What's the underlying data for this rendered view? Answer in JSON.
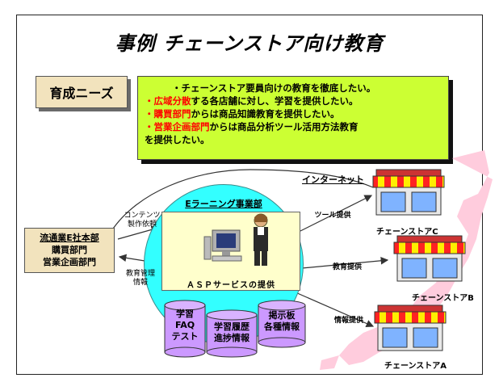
{
  "title": "事例 チェーンストア向け教育",
  "needs": {
    "label": "育成ニーズ",
    "lines": [
      {
        "parts": [
          {
            "t": "・チェーンストア要員向けの教育を徹底したい。",
            "red": false
          }
        ]
      },
      {
        "parts": [
          {
            "t": "・広域分散",
            "red": true
          },
          {
            "t": "する各店舗に対し、学習を提供したい。",
            "red": false
          }
        ]
      },
      {
        "parts": [
          {
            "t": "・購買部門",
            "red": true
          },
          {
            "t": "からは商品知識教育を提供したい。",
            "red": false
          }
        ]
      },
      {
        "parts": [
          {
            "t": "・営業企画部門",
            "red": true
          },
          {
            "t": "からは商品分析ツール活用方法教育",
            "red": false
          }
        ]
      },
      {
        "parts": [
          {
            "t": "を提供したい。",
            "red": false
          }
        ]
      }
    ]
  },
  "hq": {
    "line1": "流通業E社本部",
    "line2": "購買部門",
    "line3": "営業企画部門"
  },
  "labels": {
    "content_request": "コンテンツ\n製作依頼",
    "edu_mgmt": "教育管理\n情報",
    "internet": "インターネット",
    "e_team": "Eラーニング事業部",
    "asp": "ＡＳＰサービスの提供",
    "tool": "ツール提供",
    "education": "教育提供",
    "info": "情報提供"
  },
  "databases": [
    {
      "text": "学習\nFAQ\nテスト"
    },
    {
      "text": "学習履歴\n進捗情報"
    },
    {
      "text": "掲示板\n各種情報"
    }
  ],
  "stores": [
    {
      "name": "チェーンストアC"
    },
    {
      "name": "チェーンストアB"
    },
    {
      "name": "チェーンストアA"
    }
  ],
  "colors": {
    "needs_bg": "#ccff33",
    "label_bg": "#f2e3bd",
    "circle": "#33ffff",
    "cylinder": "#cc99ff",
    "map": "#ffccdd",
    "highlight": "#ff0000"
  }
}
